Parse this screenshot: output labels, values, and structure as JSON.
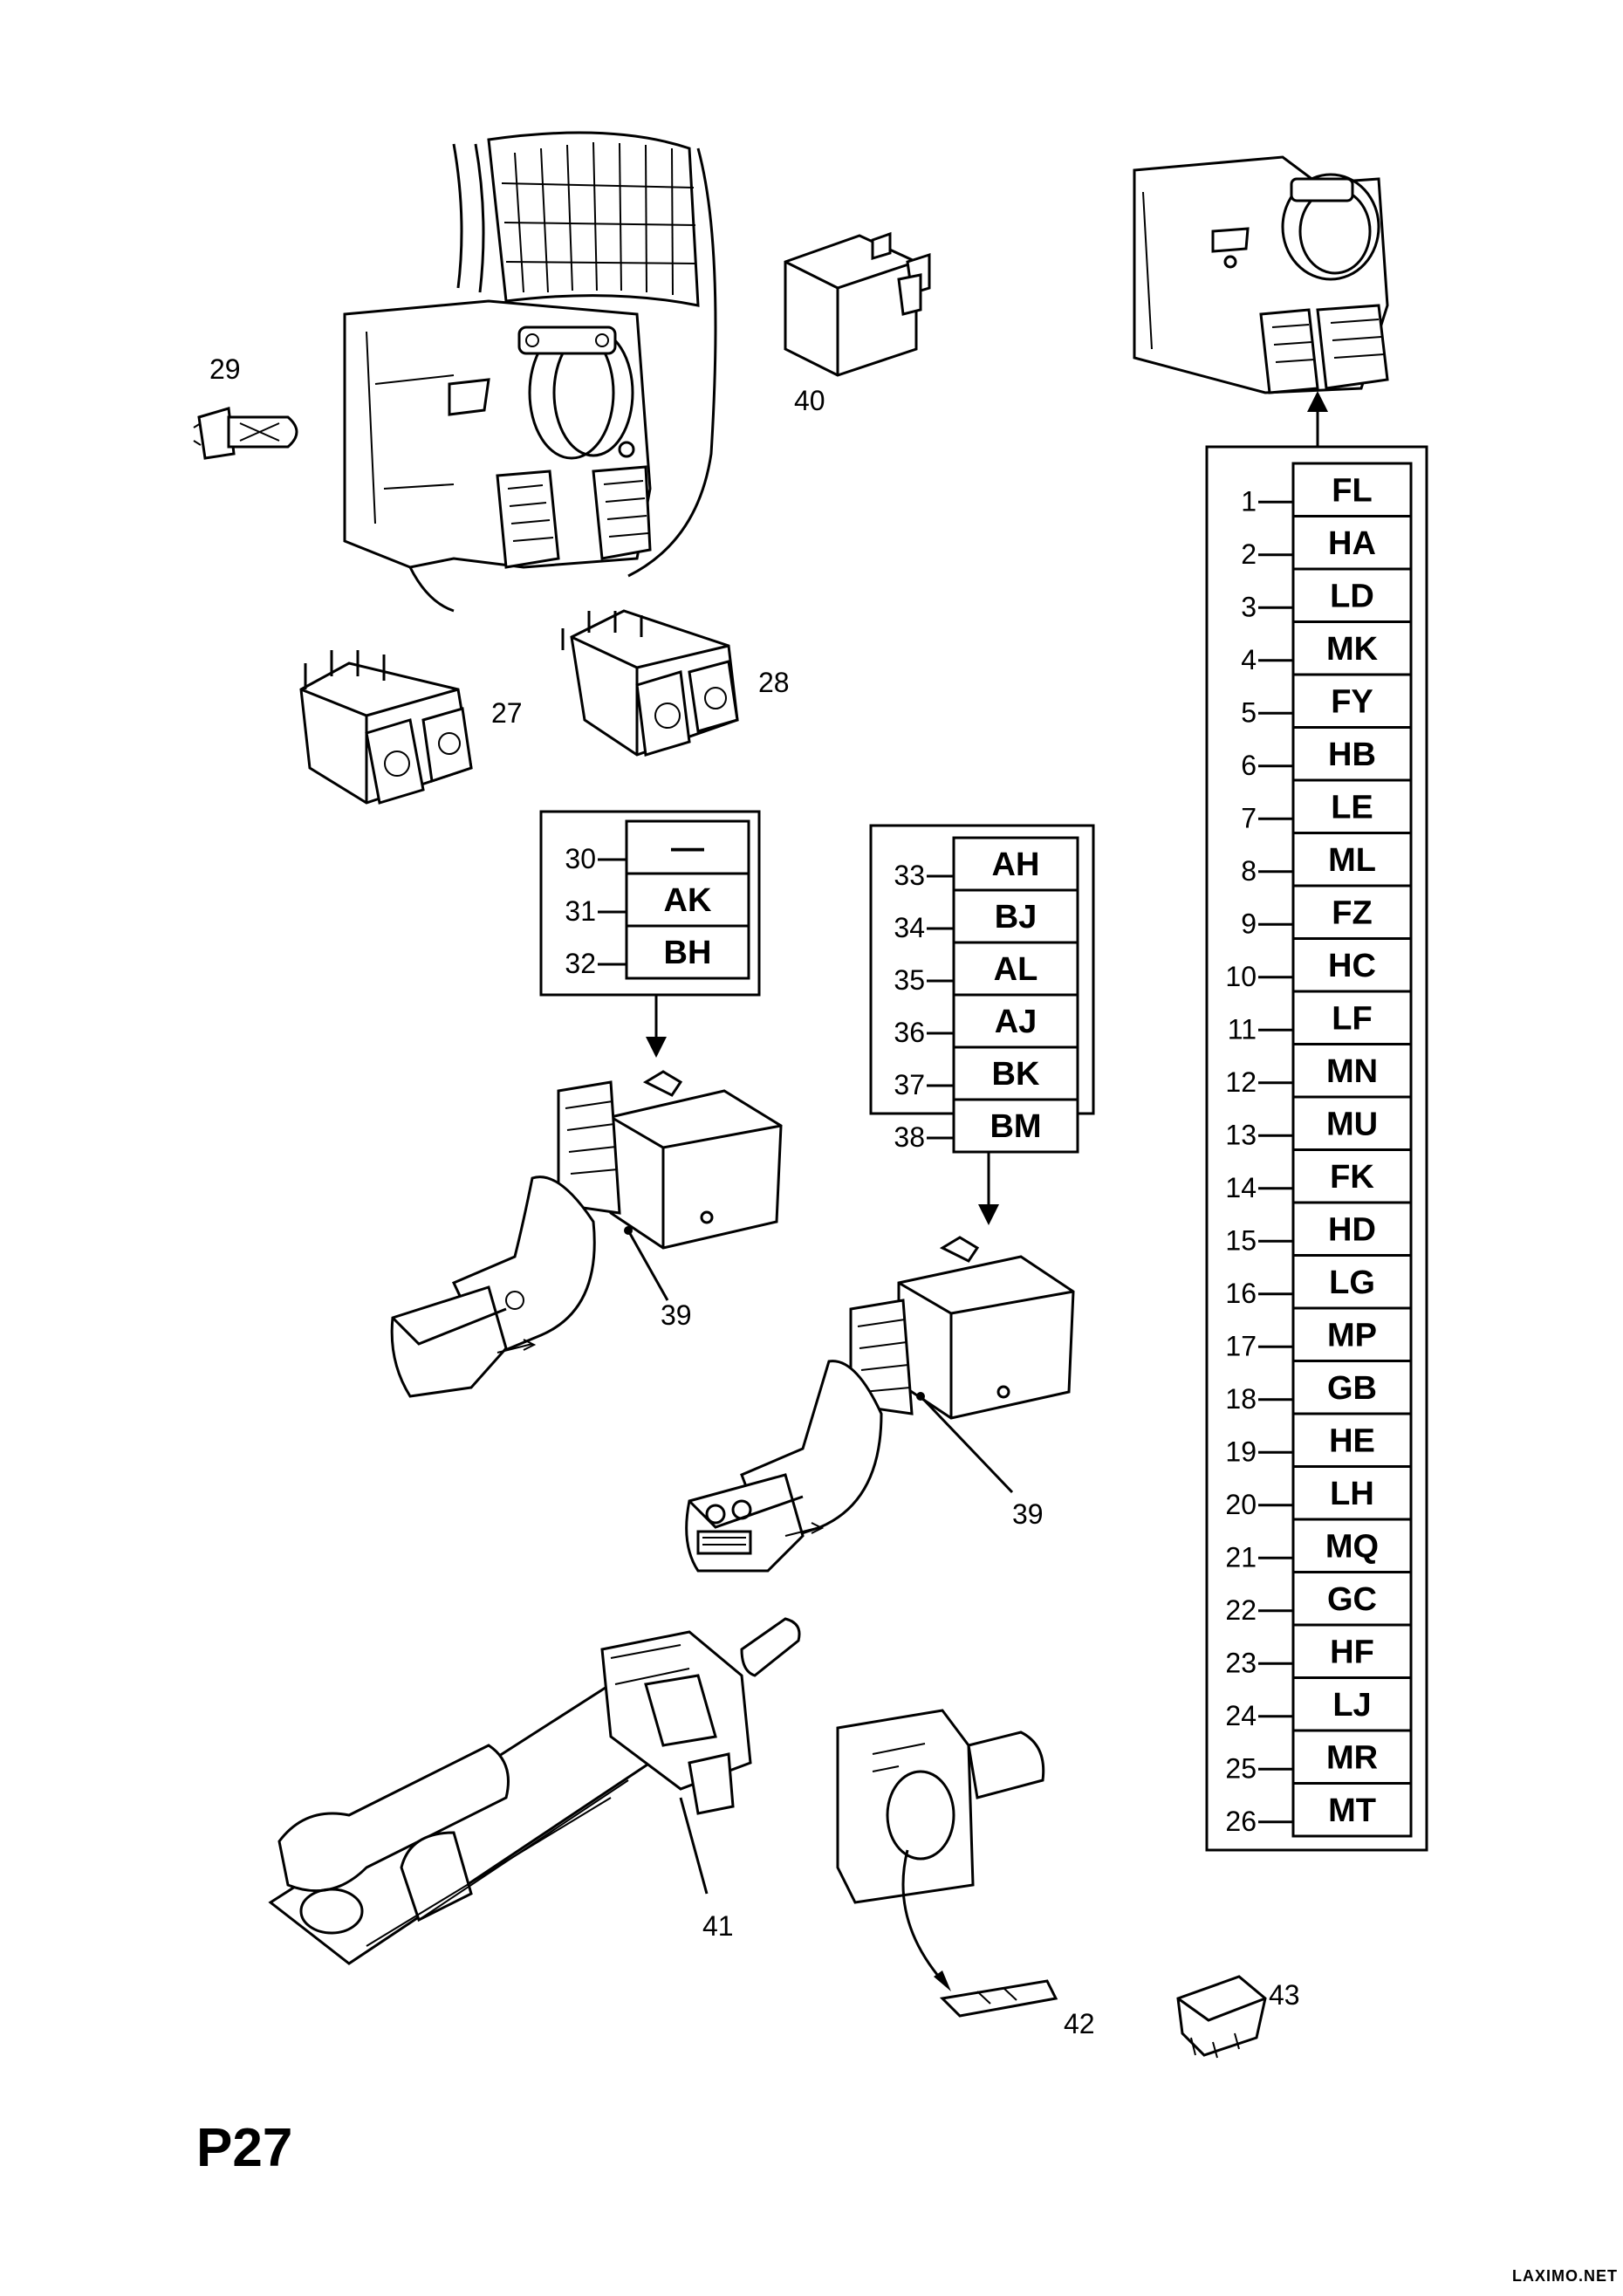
{
  "page_code": "P27",
  "watermark": "LAXIMO.NET",
  "table_big": [
    {
      "num": "1",
      "code": "FL"
    },
    {
      "num": "2",
      "code": "HA"
    },
    {
      "num": "3",
      "code": "LD"
    },
    {
      "num": "4",
      "code": "MK"
    },
    {
      "num": "5",
      "code": "FY"
    },
    {
      "num": "6",
      "code": "HB"
    },
    {
      "num": "7",
      "code": "LE"
    },
    {
      "num": "8",
      "code": "ML"
    },
    {
      "num": "9",
      "code": "FZ"
    },
    {
      "num": "10",
      "code": "HC"
    },
    {
      "num": "11",
      "code": "LF"
    },
    {
      "num": "12",
      "code": "MN"
    },
    {
      "num": "13",
      "code": "MU"
    },
    {
      "num": "14",
      "code": "FK"
    },
    {
      "num": "15",
      "code": "HD"
    },
    {
      "num": "16",
      "code": "LG"
    },
    {
      "num": "17",
      "code": "MP"
    },
    {
      "num": "18",
      "code": "GB"
    },
    {
      "num": "19",
      "code": "HE"
    },
    {
      "num": "20",
      "code": "LH"
    },
    {
      "num": "21",
      "code": "MQ"
    },
    {
      "num": "22",
      "code": "GC"
    },
    {
      "num": "23",
      "code": "HF"
    },
    {
      "num": "24",
      "code": "LJ"
    },
    {
      "num": "25",
      "code": "MR"
    },
    {
      "num": "26",
      "code": "MT"
    }
  ],
  "table_small": [
    {
      "num": "30",
      "code": "—"
    },
    {
      "num": "31",
      "code": "AK"
    },
    {
      "num": "32",
      "code": "BH"
    }
  ],
  "table_mid": [
    {
      "num": "33",
      "code": "AH"
    },
    {
      "num": "34",
      "code": "BJ"
    },
    {
      "num": "35",
      "code": "AL"
    },
    {
      "num": "36",
      "code": "AJ"
    },
    {
      "num": "37",
      "code": "BK"
    },
    {
      "num": "38",
      "code": "BM"
    }
  ],
  "callouts": {
    "c27": "27",
    "c28": "28",
    "c29": "29",
    "c39a": "39",
    "c39b": "39",
    "c40": "40",
    "c41": "41",
    "c42": "42",
    "c43": "43"
  }
}
